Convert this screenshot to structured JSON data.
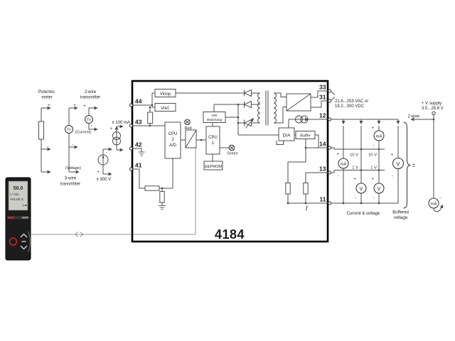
{
  "title": "4184 block diagram",
  "device": {
    "colors": {
      "body": "#1c1c1c",
      "screen": "#cbcbc7",
      "accent_red": "#c4262e"
    }
  },
  "display": {
    "value": "50.0",
    "unit": "l / min",
    "tag": "VALVE 5",
    "status": "0 ■"
  },
  "inputs": {
    "potentiometer_l1": "Potentio-",
    "potentiometer_l2": "meter",
    "two_wire_l1": "2-wire",
    "two_wire_l2": "transmitter",
    "three_wire_l1": "3-wire",
    "three_wire_l2": "transmitter",
    "tx": "Tx",
    "current": "(Current)",
    "voltage": "(Voltage)",
    "current_range": "± 100 mA",
    "voltage_range": "± 300 V"
  },
  "module": {
    "model": "4184",
    "terminals_left": [
      "44",
      "43",
      "42",
      "41"
    ],
    "terminals_right": [
      "33",
      "31",
      "12",
      "14",
      "13",
      "11"
    ],
    "blocks": {
      "vloop": "Vloop",
      "vref": "Vref.",
      "cpu2_l1": "CPU",
      "cpu2_l2": "2",
      "cpu2_l3": "A/D",
      "cpu1_l1": "CPU",
      "cpu1_l2": "1",
      "watchdog_l1": "HW",
      "watchdog_l2": "Watchdog",
      "eeprom": "EEPROM",
      "da": "D/A",
      "buffer": "Buffer",
      "red_led": "Red",
      "green_led": "Green"
    }
  },
  "power": {
    "rating_l1": "21.6...253 VAC or",
    "rating_l2": "19.2...300 VDC"
  },
  "outputs": {
    "current_voltage": "Current & voltage",
    "buffered_l1": "Buffered",
    "buffered_l2": "voltage",
    "v_supply_l1": "+ V supply",
    "v_supply_l2": "3.5...28.8 V",
    "two_wire": "2-wire",
    "tap_10v": "10 V",
    "tap_1v": "1 V",
    "meter_ma": "mA",
    "meter_v": "V",
    "plus_minus": "±"
  },
  "marks": {
    "plus": "+",
    "minus": "-"
  }
}
